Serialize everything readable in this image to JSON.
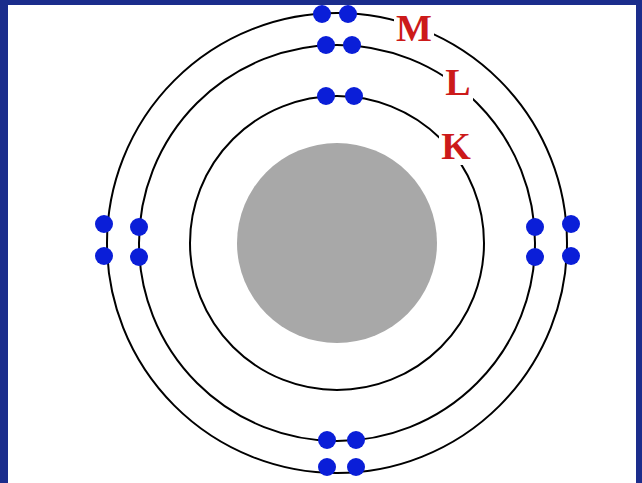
{
  "diagram": {
    "labels": [
      "M",
      "L",
      "K"
    ]
  }
}
